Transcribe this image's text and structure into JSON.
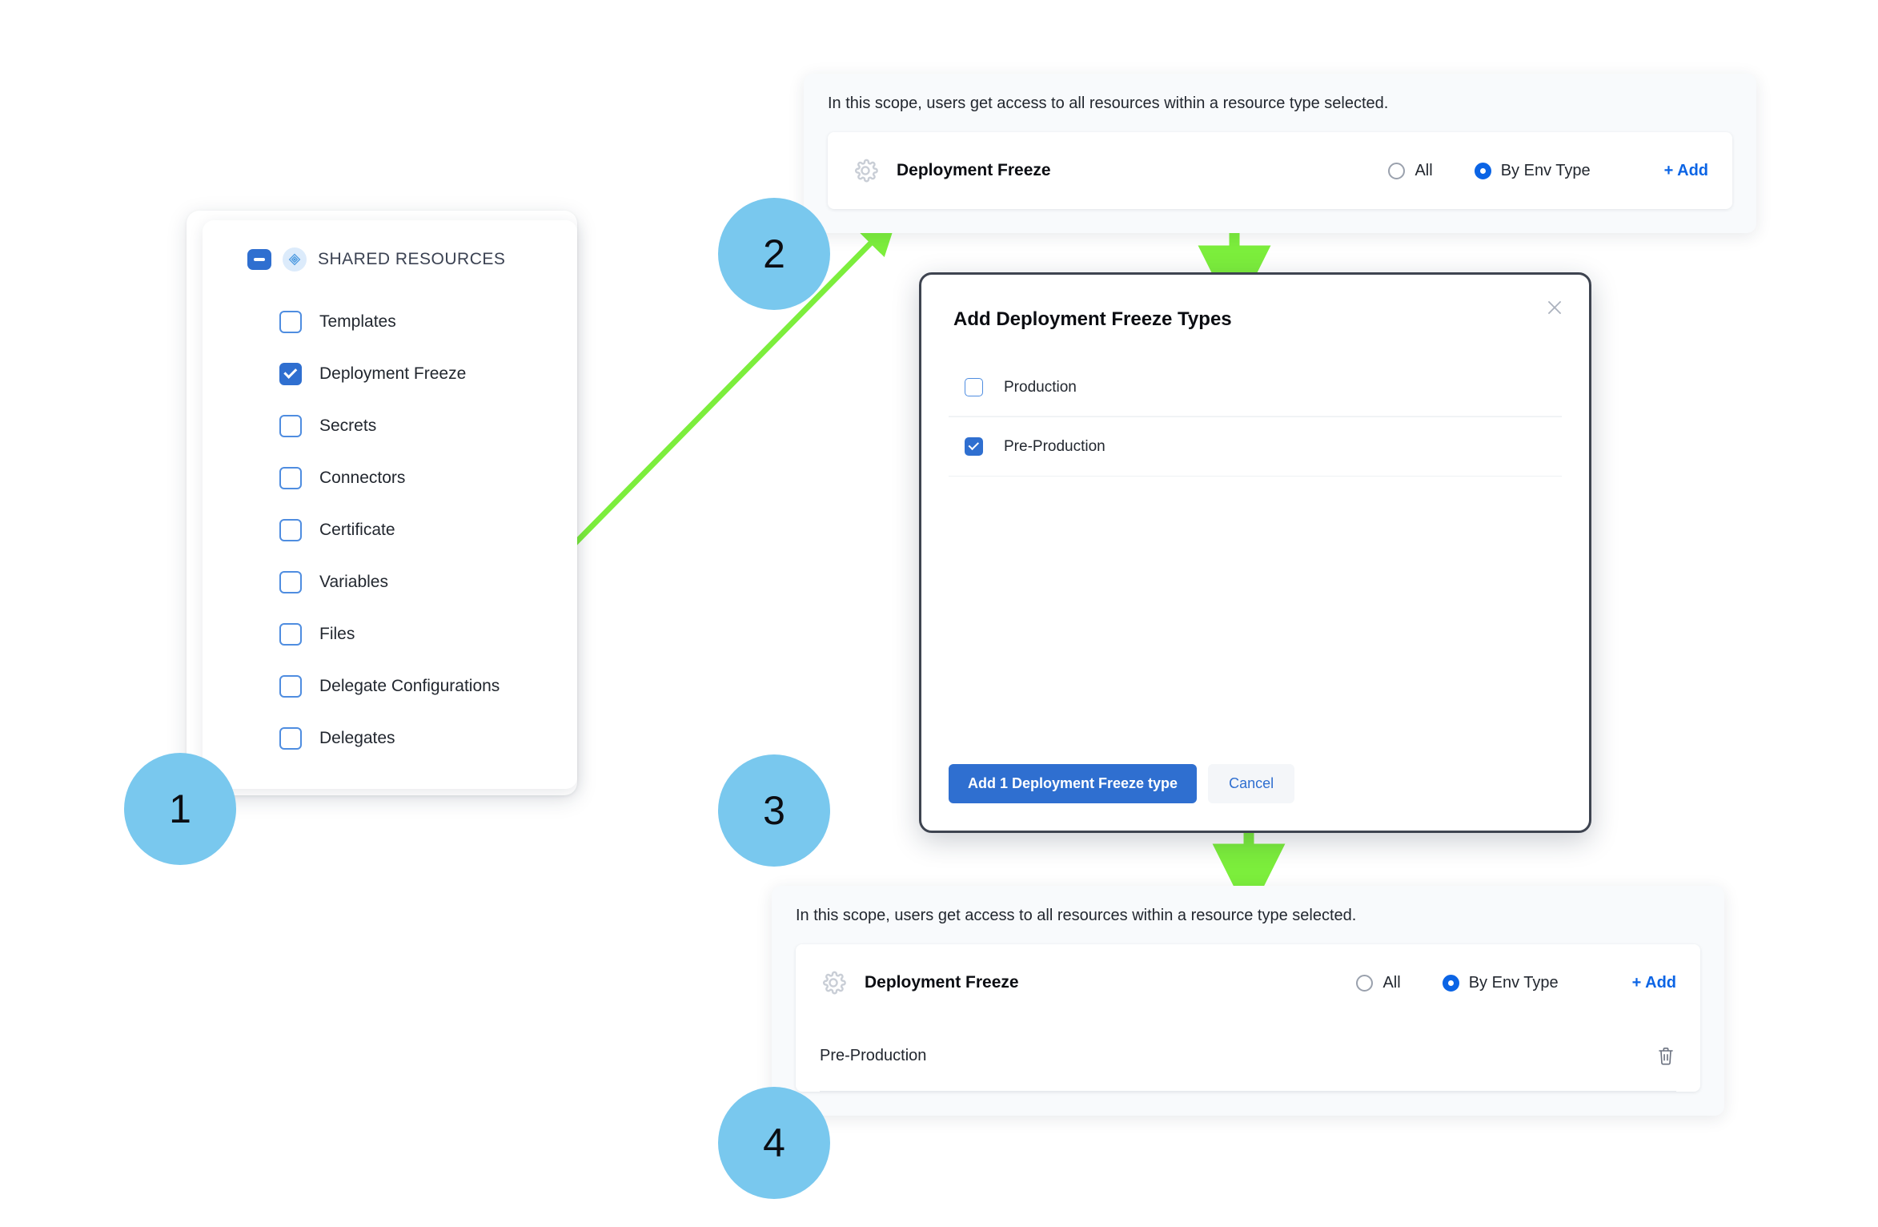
{
  "colors": {
    "accent_blue": "#2f6fd0",
    "link_blue": "#0b64e5",
    "step_circle": "#79c8ee",
    "arrow_green": "#7cee3c",
    "modal_border": "#3e4450",
    "panel_bg": "#f8fafc"
  },
  "shared_resources": {
    "group_icon": "diamond-icon",
    "collapse_icon": "minus-icon",
    "title": "SHARED RESOURCES",
    "items": [
      {
        "label": "Templates",
        "checked": false
      },
      {
        "label": "Deployment Freeze",
        "checked": true
      },
      {
        "label": "Secrets",
        "checked": false
      },
      {
        "label": "Connectors",
        "checked": false
      },
      {
        "label": "Certificate",
        "checked": false
      },
      {
        "label": "Variables",
        "checked": false
      },
      {
        "label": "Files",
        "checked": false
      },
      {
        "label": "Delegate Configurations",
        "checked": false
      },
      {
        "label": "Delegates",
        "checked": false
      }
    ]
  },
  "scope_panel_before": {
    "note": "In this scope, users get access to all resources within a resource type selected.",
    "resource_icon": "gear-icon",
    "resource_name": "Deployment Freeze",
    "options": [
      {
        "label": "All",
        "selected": false
      },
      {
        "label": "By Env Type",
        "selected": true
      }
    ],
    "add_label": "+ Add",
    "selected_items": []
  },
  "scope_panel_after": {
    "note": "In this scope, users get access to all resources within a resource type selected.",
    "resource_icon": "gear-icon",
    "resource_name": "Deployment Freeze",
    "options": [
      {
        "label": "All",
        "selected": false
      },
      {
        "label": "By Env Type",
        "selected": true
      }
    ],
    "add_label": "+ Add",
    "selected_items": [
      {
        "label": "Pre-Production",
        "delete_icon": "trash-icon"
      }
    ]
  },
  "modal": {
    "title": "Add Deployment Freeze Types",
    "close_icon": "close-icon",
    "rows": [
      {
        "label": "Production",
        "checked": false
      },
      {
        "label": "Pre-Production",
        "checked": true
      }
    ],
    "primary_button": "Add 1 Deployment Freeze type",
    "secondary_button": "Cancel"
  },
  "steps": [
    {
      "number": "1"
    },
    {
      "number": "2"
    },
    {
      "number": "3"
    },
    {
      "number": "4"
    }
  ]
}
